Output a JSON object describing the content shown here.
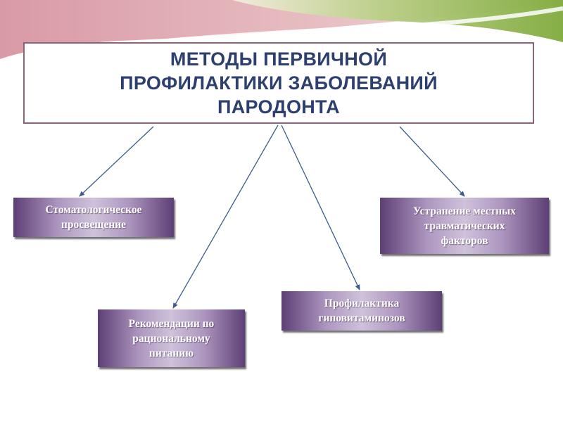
{
  "title": {
    "line1": "МЕТОДЫ ПЕРВИЧНОЙ",
    "line2": "ПРОФИЛАКТИКИ ЗАБОЛЕВАНИЙ",
    "line3": "ПАРОДОНТА"
  },
  "nodes": {
    "education": {
      "line1": "Стоматологическое",
      "line2": "просвещение"
    },
    "nutrition": {
      "line1": "Рекомендации по",
      "line2": "рациональному",
      "line3": "питанию"
    },
    "hypovitaminosis": {
      "line1": "Профилактика",
      "line2": "гиповитаминозов"
    },
    "trauma": {
      "line1": "Устранение местных",
      "line2": "травматических",
      "line3": "факторов"
    }
  },
  "colors": {
    "title_text": "#2c3f6e",
    "title_border": "#8a6478",
    "node_dark": "#5d3f76",
    "node_light": "#cfc2da",
    "connector": "#3d5c8c"
  }
}
